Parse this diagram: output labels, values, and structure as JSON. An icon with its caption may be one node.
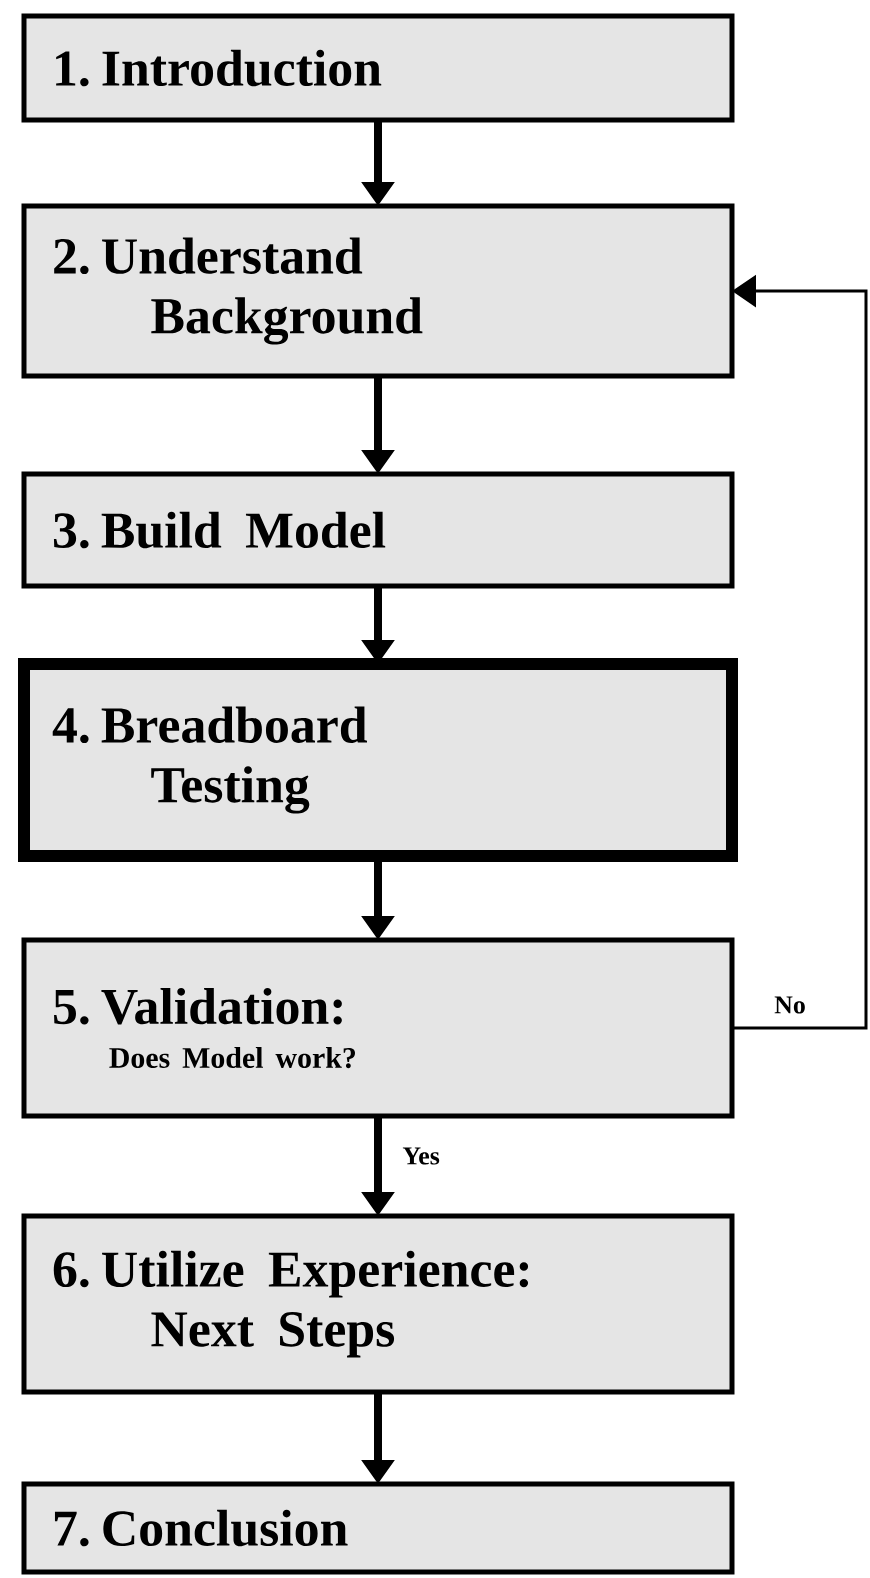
{
  "diagram": {
    "nodes": [
      {
        "text": [
          "1. Introduction"
        ]
      },
      {
        "text": [
          "2. Understand Background"
        ]
      },
      {
        "text": [
          "3. Build Model"
        ]
      },
      {
        "text": [
          "4. Breadboard Testing"
        ]
      },
      {
        "text": [
          "5. Validation:",
          "Does Model work?"
        ]
      },
      {
        "text": [
          "6. Utilize Experience: Next Steps"
        ]
      },
      {
        "text": [
          "7. Conclusion"
        ]
      }
    ],
    "edges": [
      {
        "from": 0,
        "to": 1,
        "arrow": "to"
      },
      {
        "from": 1,
        "to": 2,
        "arrow": "to"
      },
      {
        "from": 2,
        "to": 3,
        "arrow": "to"
      },
      {
        "from": 3,
        "to": 4,
        "arrow": "to"
      },
      {
        "from": 4,
        "to": 5,
        "arrow": "to",
        "label": "Yes"
      },
      {
        "from": 5,
        "to": 6,
        "arrow": "to"
      },
      {
        "from": 4,
        "to": 1,
        "arrow": "to",
        "label": "No"
      }
    ]
  }
}
